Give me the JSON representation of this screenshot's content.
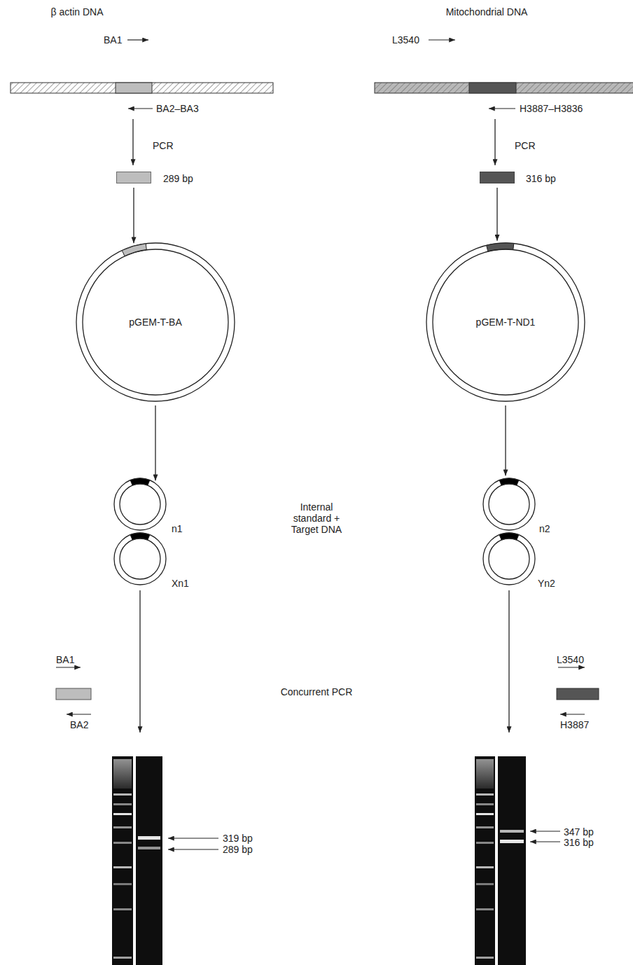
{
  "diagram": {
    "nodes": [
      {
        "text": [
          "289 bp"
        ]
      },
      {
        "text": [
          "pGEM-T-BA"
        ]
      },
      {
        "text": [
          "n1"
        ]
      },
      {
        "text": [
          "Xn1"
        ]
      },
      {
        "text": [
          "316 bp"
        ]
      },
      {
        "text": [
          "pGEM-T-ND1"
        ]
      },
      {
        "text": [
          "n2"
        ]
      },
      {
        "text": [
          "Yn2"
        ]
      }
    ],
    "edges": [
      {
        "from": 0,
        "to": 1,
        "arrow": "to"
      },
      {
        "from": 1,
        "to": 2,
        "arrow": "to"
      },
      {
        "from": 4,
        "to": 5,
        "arrow": "to"
      },
      {
        "from": 5,
        "to": 6,
        "arrow": "to"
      }
    ],
    "labels": [
      "β actin DNA",
      "Mitochondrial DNA",
      "BA1",
      "BA2–BA3",
      "PCR",
      "L3540",
      "H3887–H3836",
      "PCR",
      "Internal standard + Target DNA",
      "Concurrent PCR",
      "BA1",
      "BA2",
      "L3540",
      "H3887",
      "319 bp",
      "289 bp",
      "347 bp",
      "316 bp"
    ]
  }
}
